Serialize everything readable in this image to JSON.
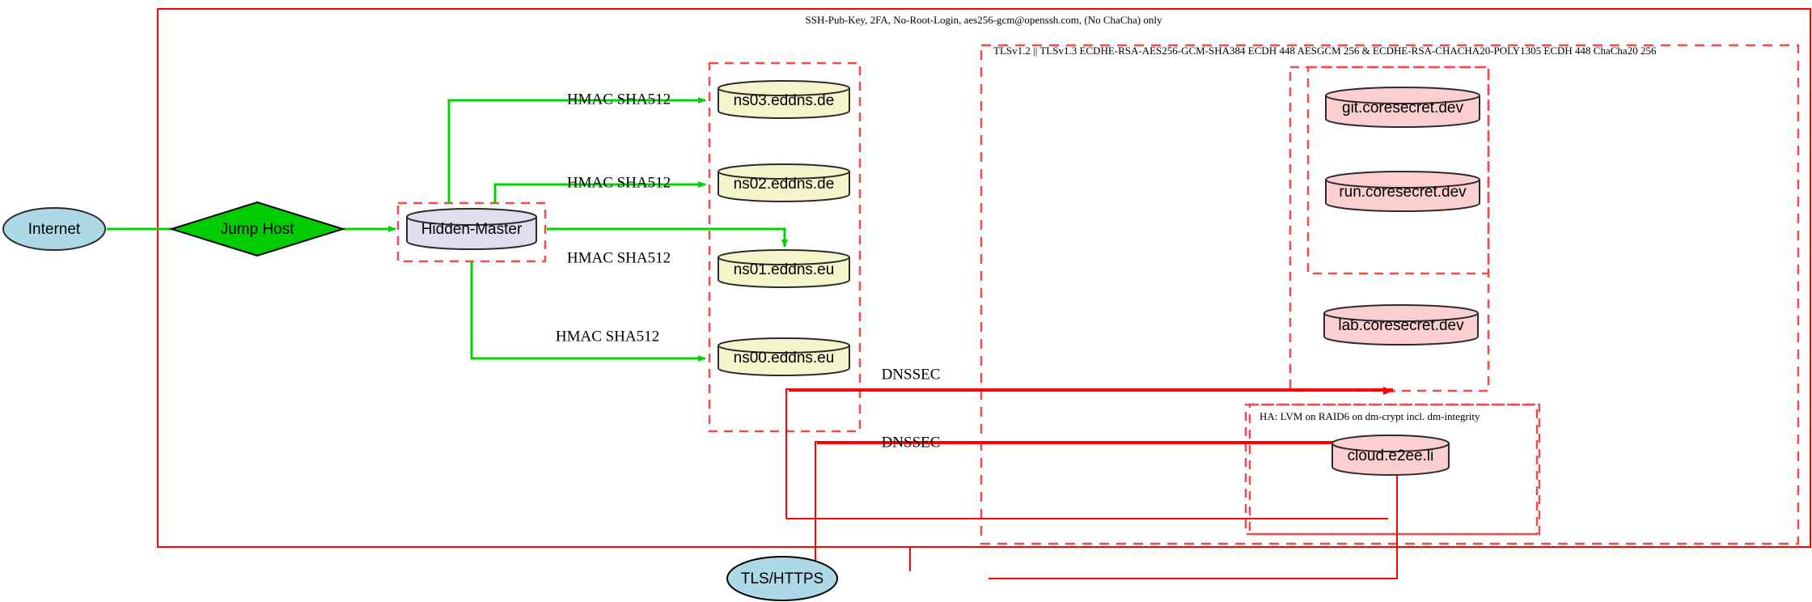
{
  "diagram": {
    "title_label": "SSH-Pub-Key, 2FA, No-Root-Login, aes256-gcm@openssh.com, (No ChaCha) only",
    "colors": {
      "boundary_solid": "#ff0000",
      "boundary_dashed": "#f44a4a",
      "secure_edge": "#00d400",
      "plain_edge": "#ff0000",
      "internet_fill": "#add8e6",
      "jump_host_fill": "#00cc00",
      "hidden_master_fill": "#dedeee",
      "dns_fill": "#f5f5cc",
      "service_fill": "#fbcfcf",
      "node_stroke": "#2b2b2b"
    }
  },
  "clusters": {
    "ssh_boundary": {
      "label": "SSH-Pub-Key, 2FA, No-Root-Login, aes256-gcm@openssh.com, (No ChaCha) only"
    },
    "tls_boundary": {
      "label": "TLSv1.2 || TLSv1.3 ECDHE-RSA-AES256-GCM-SHA384 ECDH 448 AESGCM 256 & ECDHE-RSA-CHACHA20-POLY1305 ECDH 448 ChaCha20 256"
    },
    "ha_boundary": {
      "label": "HA: LVM on RAID6 on dm-crypt incl. dm-integrity"
    },
    "hidden_master_zone": {
      "label": ""
    },
    "dns_zone": {
      "label": ""
    },
    "coresecret_zone": {
      "label": ""
    },
    "cloud_zone": {
      "label": ""
    }
  },
  "nodes": {
    "internet": {
      "label": "Internet",
      "shape": "ellipse"
    },
    "jump_host": {
      "label": "Jump Host",
      "shape": "diamond"
    },
    "hidden_master": {
      "label": "Hidden-Master",
      "shape": "cylinder"
    },
    "ns03": {
      "label": "ns03.eddns.de",
      "shape": "cylinder"
    },
    "ns02": {
      "label": "ns02.eddns.de",
      "shape": "cylinder"
    },
    "ns01": {
      "label": "ns01.eddns.eu",
      "shape": "cylinder"
    },
    "ns00": {
      "label": "ns00.eddns.eu",
      "shape": "cylinder"
    },
    "git": {
      "label": "git.coresecret.dev",
      "shape": "cylinder"
    },
    "run": {
      "label": "run.coresecret.dev",
      "shape": "cylinder"
    },
    "lab": {
      "label": "lab.coresecret.dev",
      "shape": "cylinder"
    },
    "cloud": {
      "label": "cloud.e2ee.li",
      "shape": "cylinder"
    },
    "tls_https": {
      "label": "TLS/HTTPS",
      "shape": "ellipse"
    }
  },
  "edges": [
    {
      "from": "internet",
      "to": "jump_host",
      "label": ""
    },
    {
      "from": "jump_host",
      "to": "hidden_master",
      "label": ""
    },
    {
      "from": "hidden_master",
      "to": "ns03",
      "label": "HMAC SHA512"
    },
    {
      "from": "hidden_master",
      "to": "ns02",
      "label": "HMAC SHA512"
    },
    {
      "from": "hidden_master",
      "to": "ns01",
      "label": "HMAC SHA512"
    },
    {
      "from": "hidden_master",
      "to": "ns00",
      "label": "HMAC SHA512"
    },
    {
      "from": "ns_zone",
      "to": "coresecret_zone",
      "label": "DNSSEC"
    },
    {
      "from": "ns_zone",
      "to": "cloud_zone",
      "label": "DNSSEC"
    },
    {
      "from": "tls_https",
      "to": "cloud_zone",
      "label": ""
    }
  ],
  "edge_labels": {
    "hmac_ns03": "HMAC SHA512",
    "hmac_ns02": "HMAC SHA512",
    "hmac_ns01": "HMAC SHA512",
    "hmac_ns00": "HMAC SHA512",
    "dnssec_top": "DNSSEC",
    "dnssec_bottom": "DNSSEC"
  }
}
